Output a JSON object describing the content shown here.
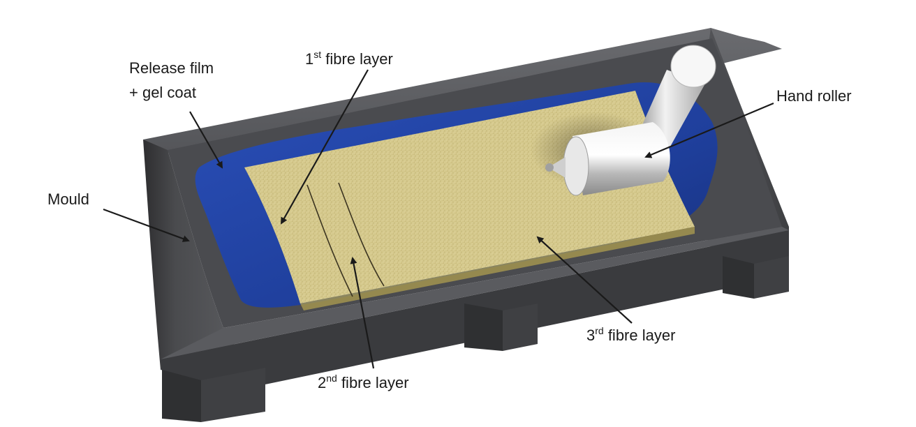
{
  "labels": {
    "release_film_line1": "Release film",
    "release_film_line2": "+ gel coat",
    "first_layer_num": "1",
    "first_layer_sup": "st",
    "first_layer_rest": " fibre layer",
    "hand_roller": "Hand roller",
    "mould": "Mould",
    "second_layer_num": "2",
    "second_layer_sup": "nd",
    "second_layer_rest": " fibre layer",
    "third_layer_num": "3",
    "third_layer_sup": "rd",
    "third_layer_rest": " fibre layer"
  },
  "colors": {
    "mould_dark": "#3b3b3d",
    "mould_mid": "#55565a",
    "mould_light": "#6c6d71",
    "gel_coat": "#1f3f9c",
    "gel_coat_dark": "#13286b",
    "fibre": "#d4c78b",
    "fibre_dark": "#b8aa6c",
    "roller": "#d8d8d8",
    "arrow": "#1a1a1a"
  }
}
